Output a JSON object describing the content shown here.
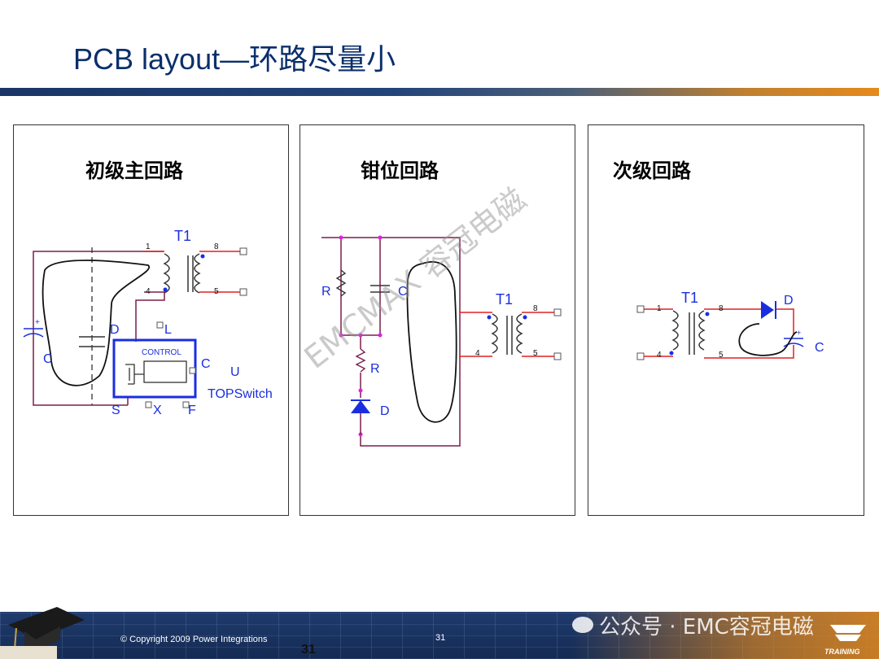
{
  "title": "PCB layout—环路尽量小",
  "panels": {
    "primary": {
      "title": "初级主回路",
      "labels": {
        "t1": "T1",
        "pin1": "1",
        "pin8": "8",
        "pin4": "4",
        "pin5": "5",
        "d": "D",
        "l": "L",
        "c_left": "C",
        "control": "CONTROL",
        "c_right": "C",
        "u": "U",
        "topswitch": "TOPSwitch",
        "s": "S",
        "x": "X",
        "f": "F"
      }
    },
    "clamp": {
      "title": "钳位回路",
      "labels": {
        "r_top": "R",
        "c": "C",
        "t1": "T1",
        "pin8": "8",
        "pin4": "4",
        "pin5": "5",
        "r_mid": "R",
        "d": "D"
      }
    },
    "secondary": {
      "title": "次级回路",
      "labels": {
        "t1": "T1",
        "pin1": "1",
        "pin8": "8",
        "pin4": "4",
        "pin5": "5",
        "d": "D",
        "c": "C"
      }
    }
  },
  "watermark": "EMCMAX 容冠电磁",
  "footer": {
    "copyright": "© Copyright 2009 Power Integrations",
    "page_small": "31",
    "page_big": "31",
    "wechat": "公众号 · EMC容冠电磁",
    "training": "TRAINING"
  },
  "colors": {
    "wire": "#7a1e4a",
    "red": "#e02020",
    "blue": "#1a2ee0",
    "pink": "#e020e0",
    "title": "#0b2f6b"
  }
}
